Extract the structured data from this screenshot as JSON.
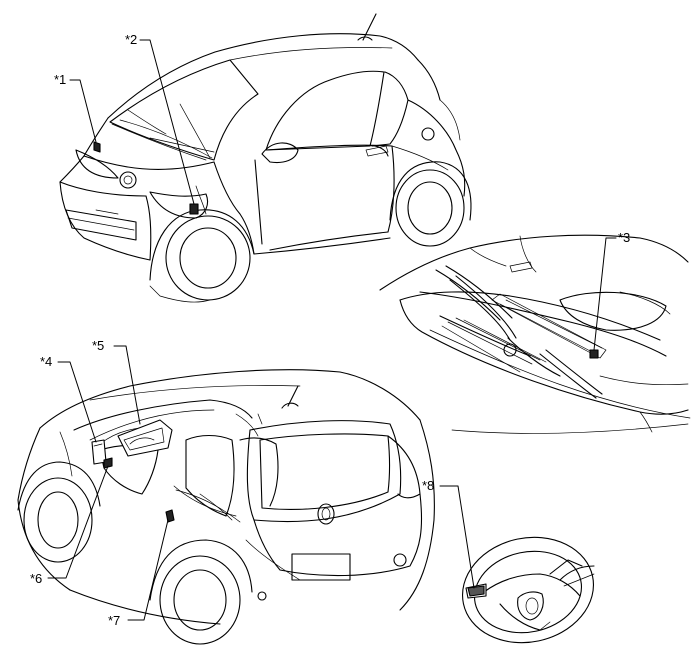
{
  "callouts": {
    "c1": "*1",
    "c2": "*2",
    "c3": "*3",
    "c4": "*4",
    "c5": "*5",
    "c6": "*6",
    "c7": "*7",
    "c8": "*8"
  }
}
